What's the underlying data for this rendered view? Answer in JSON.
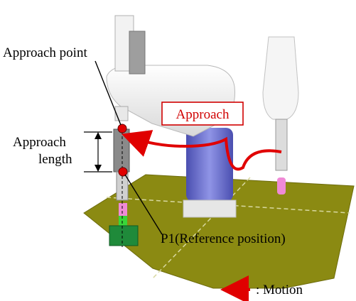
{
  "labels": {
    "approach_point": "Approach point",
    "approach_length_line1": "Approach",
    "approach_length_line2": "length",
    "approach_callout": "Approach",
    "p1": "P1(Reference position)",
    "legend_motion": ": Motion"
  },
  "colors": {
    "floor": "#8b8a12",
    "robot_body": "#f4f4f4",
    "robot_base": "#6b6fc8",
    "motion_arrow": "#e00000",
    "target_block": "#1f8a3a",
    "tool_tip_pink": "#f08ad6",
    "tool_tip_green": "#39d639"
  },
  "icons": {
    "legend": "red-arrow-icon",
    "point_marker": "red-dot-icon"
  }
}
